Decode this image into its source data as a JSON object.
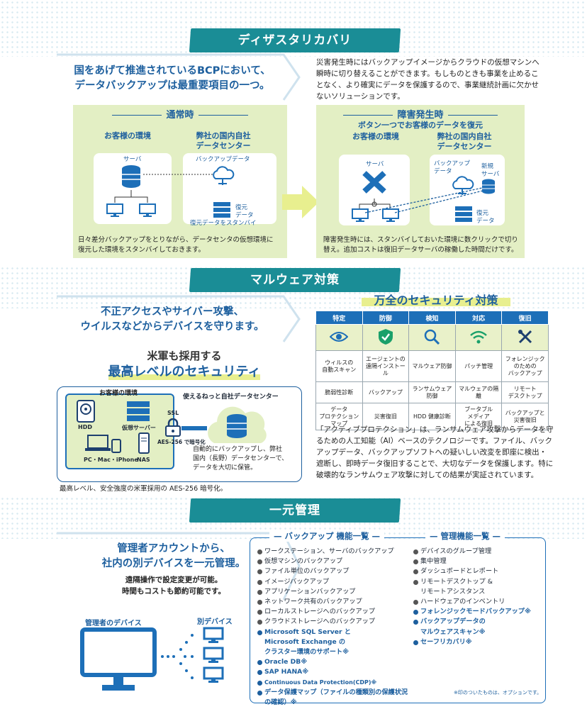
{
  "s1": {
    "title": "ディザスタリカバリ",
    "lead1": "国をあげて推進されているBCPにおいて、",
    "lead2": "データバックアップは最重要項目の一つ。",
    "desc": [
      "災害発生時にはバックアップイメージからクラウドの仮想マシンへ",
      "瞬時に切り替えることができます。もしものときも事業を止めるこ",
      "となく、より確実にデータを保護するので、事業継続計画に欠かせ",
      "ないソリューションです。"
    ],
    "normal": {
      "title": "通常時",
      "env": "お客様の環境",
      "dc1": "弊社の国内自社",
      "dc2": "データセンター",
      "server": "サーバ",
      "backup": "バックアップデータ",
      "restore1": "復元",
      "restore2": "データ",
      "standby": "復元データをスタンバイ",
      "note": [
        "日々差分バックアップをとりながら、データセンタの仮想環境に",
        "復元した環境をスタンバイしておきます。"
      ]
    },
    "disaster": {
      "title": "障害発生時",
      "subtitle": "ボタン一つでお客様のデータを復元",
      "env": "お客様の環境",
      "dc1": "弊社の国内自社",
      "dc2": "データセンター",
      "server": "サーバ",
      "backup1": "バックアップ",
      "backup2": "データ",
      "new1": "新規",
      "new2": "サーバ",
      "restore1": "復元",
      "restore2": "データ",
      "note": [
        "障害発生時には、スタンバイしておいた環境に数クリックで切り",
        "替え。追加コストは復旧データサーバの稼働した時間だけです。"
      ]
    }
  },
  "s2": {
    "title": "マルウェア対策",
    "lead1": "不正アクセスやサイバー攻撃、",
    "lead2": "ウイルスなどからデバイスを守ります。",
    "mil1": "米軍も採用する",
    "mil2": "最高レベルのセキュリティ",
    "diagram": {
      "env": "お客様の環境",
      "dc": "使えるねっと自社データセンター",
      "hdd": "HDD",
      "vserver": "仮想サーバー",
      "pc": "PC・Mac・iPhone",
      "nas": "NAS",
      "ssl": "SSL",
      "aes": "AES-256 で暗号化",
      "auto": [
        "自動的にバックアップし、弊社",
        "国内（長野）データセンターで、",
        "データを大切に保管。"
      ]
    },
    "caption": "最高レベル、安全強度の米軍採用の AES-256 暗号化。",
    "table_title": "万全のセキュリティ対策",
    "columns": [
      "特定",
      "防御",
      "検知",
      "対応",
      "復旧"
    ],
    "row1": [
      [
        "ウィルスの",
        "自動スキャン"
      ],
      [
        "エージェントの",
        "遠隔インストール"
      ],
      [
        "マルウェア防御"
      ],
      [
        "パッチ管理"
      ],
      [
        "フォレンジック",
        "のための",
        "バックアップ"
      ]
    ],
    "row2": [
      [
        "脆弱性診断"
      ],
      [
        "バックアップ"
      ],
      [
        "ランサムウェア",
        "防御"
      ],
      [
        "マルウェアの隔離"
      ],
      [
        "リモート",
        "デスクトップ"
      ]
    ],
    "row3": [
      [
        "データ",
        "プロテクション",
        "マップ"
      ],
      [
        "災害復旧"
      ],
      [
        "HDD 健康診断"
      ],
      [
        "ブータブル",
        "メディア",
        "による復旧"
      ],
      [
        "バックアップと",
        "災害復旧"
      ]
    ],
    "desc": [
      "「アクティブプロテクション」は、ランサムウェア攻撃からデータを守",
      "るための人工知能（AI）ベースのテクノロジーです。ファイル、バック",
      "アップデータ、バックアップソフトへの疑いしい改変を即座に検出・",
      "遮断し、即時データ復旧することで、大切なデータを保護します。特に",
      "破壊的なランサムウェア攻撃に対しての結果が実証されています。"
    ]
  },
  "s3": {
    "title": "一元管理",
    "lead1": "管理者アカウントから、",
    "lead2": "社内の別デバイスを一元管理。",
    "sub1": "遠隔操作で設定変更が可能。",
    "sub2": "時間もコストも節約可能です。",
    "admin": "管理者のデバイス",
    "other": "別デバイス",
    "backup_title": "バックアップ 機能一覧",
    "mgmt_title": "管理機能一覧",
    "backup_items": [
      {
        "t": "ワークステーション、サーバのバックアップ",
        "opt": false,
        "cont": false
      },
      {
        "t": "仮想マシンのバックアップ",
        "opt": false,
        "cont": false
      },
      {
        "t": "ファイル単位のバックアップ",
        "opt": false,
        "cont": false
      },
      {
        "t": "イメージバックアップ",
        "opt": false,
        "cont": false
      },
      {
        "t": "アプリケーションバックアップ",
        "opt": false,
        "cont": false
      },
      {
        "t": "ネットワーク共有のバックアップ",
        "opt": false,
        "cont": false
      },
      {
        "t": "ローカルストレージへのバックアップ",
        "opt": false,
        "cont": false
      },
      {
        "t": "クラウドストレージへのバックアップ",
        "opt": false,
        "cont": false
      },
      {
        "t": "Microsoft SQL Server と",
        "opt": true,
        "cont": false
      },
      {
        "t": "Microsoft Exchange の",
        "opt": true,
        "cont": true
      },
      {
        "t": "クラスター環境のサポート※",
        "opt": true,
        "cont": true
      },
      {
        "t": "Oracle DB※",
        "opt": true,
        "cont": false
      },
      {
        "t": "SAP HANA※",
        "opt": true,
        "cont": false
      },
      {
        "t": "Continuous Data Protection(CDP)※",
        "opt": true,
        "cont": false
      },
      {
        "t": "データ保護マップ（ファイルの種類別の保護状況の確認）※",
        "opt": true,
        "cont": false
      }
    ],
    "mgmt_items": [
      {
        "t": "デバイスのグループ管理",
        "opt": false,
        "cont": false
      },
      {
        "t": "集中管理",
        "opt": false,
        "cont": false
      },
      {
        "t": "ダッシュボードとレポート",
        "opt": false,
        "cont": false
      },
      {
        "t": "リモートデスクトップ &",
        "opt": false,
        "cont": false
      },
      {
        "t": "リモートアシスタンス",
        "opt": false,
        "cont": true
      },
      {
        "t": "ハードウェアのインベントリ",
        "opt": false,
        "cont": false
      },
      {
        "t": "フォレンジックモードバックアップ※",
        "opt": true,
        "cont": false
      },
      {
        "t": "バックアップデータの",
        "opt": true,
        "cont": false
      },
      {
        "t": "マルウェアスキャン※",
        "opt": true,
        "cont": true
      },
      {
        "t": "セーフリカバリ※",
        "opt": true,
        "cont": false
      }
    ],
    "footnote": "※印のついたものは、オプションです。"
  }
}
